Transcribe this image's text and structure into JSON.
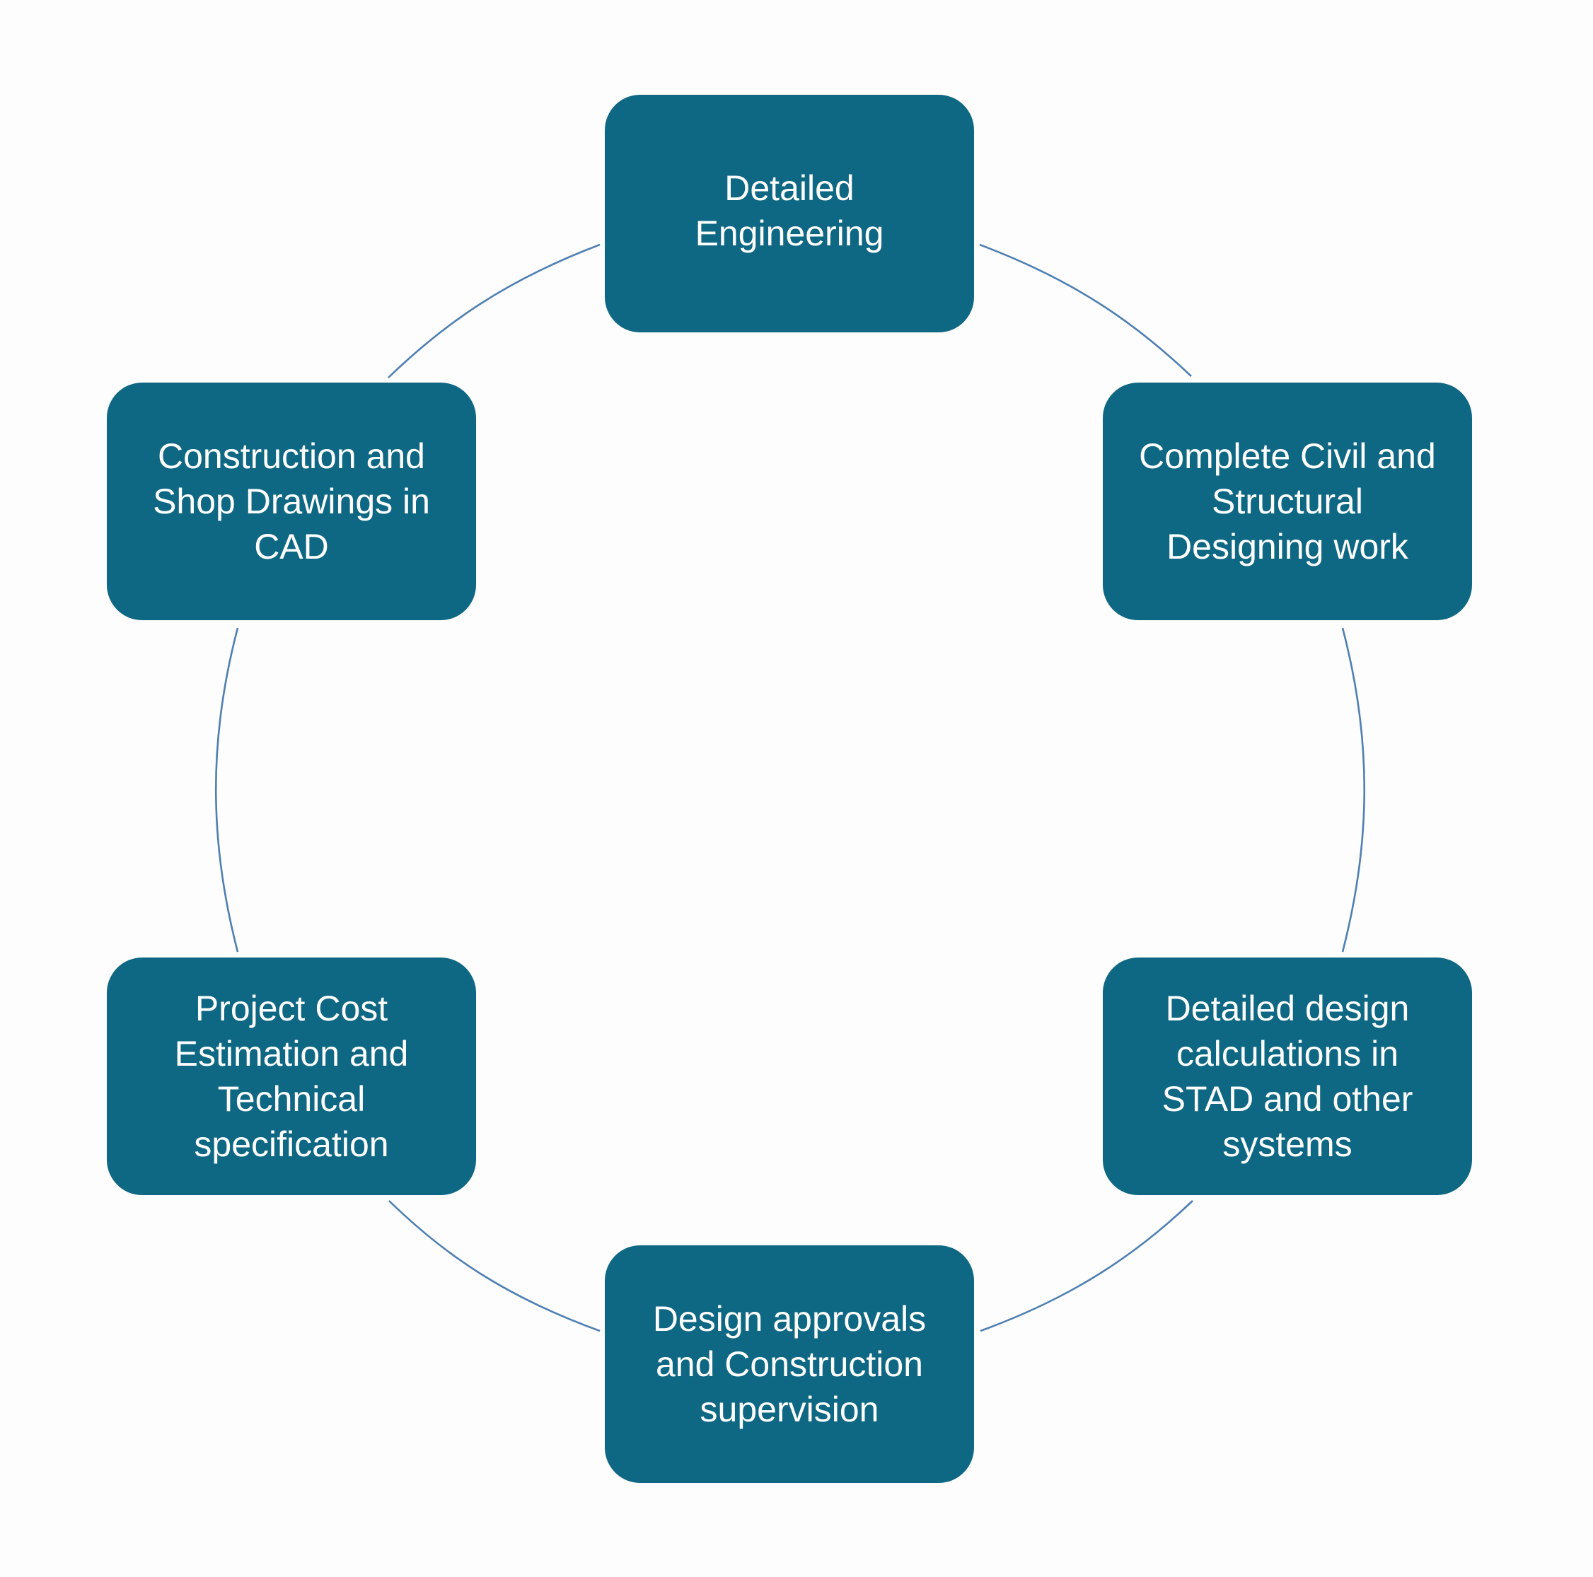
{
  "diagram": {
    "type": "cycle",
    "colors": {
      "background": "#fdfdfd",
      "node_fill": "#0e6783",
      "node_text": "#ffffff",
      "connector": "#4f7fb3"
    },
    "nodes": [
      {
        "id": "detailed-engineering",
        "label": "Detailed\nEngineering"
      },
      {
        "id": "civil-structural",
        "label": "Complete Civil and\nStructural\nDesigning work"
      },
      {
        "id": "design-calculations",
        "label": "Detailed design\ncalculations in\nSTAD and other\nsystems"
      },
      {
        "id": "approvals-supervision",
        "label": "Design approvals\nand Construction\nsupervision"
      },
      {
        "id": "cost-estimation",
        "label": "Project Cost\nEstimation and\nTechnical\nspecification"
      },
      {
        "id": "cad-drawings",
        "label": "Construction and\nShop Drawings in\nCAD"
      }
    ]
  }
}
